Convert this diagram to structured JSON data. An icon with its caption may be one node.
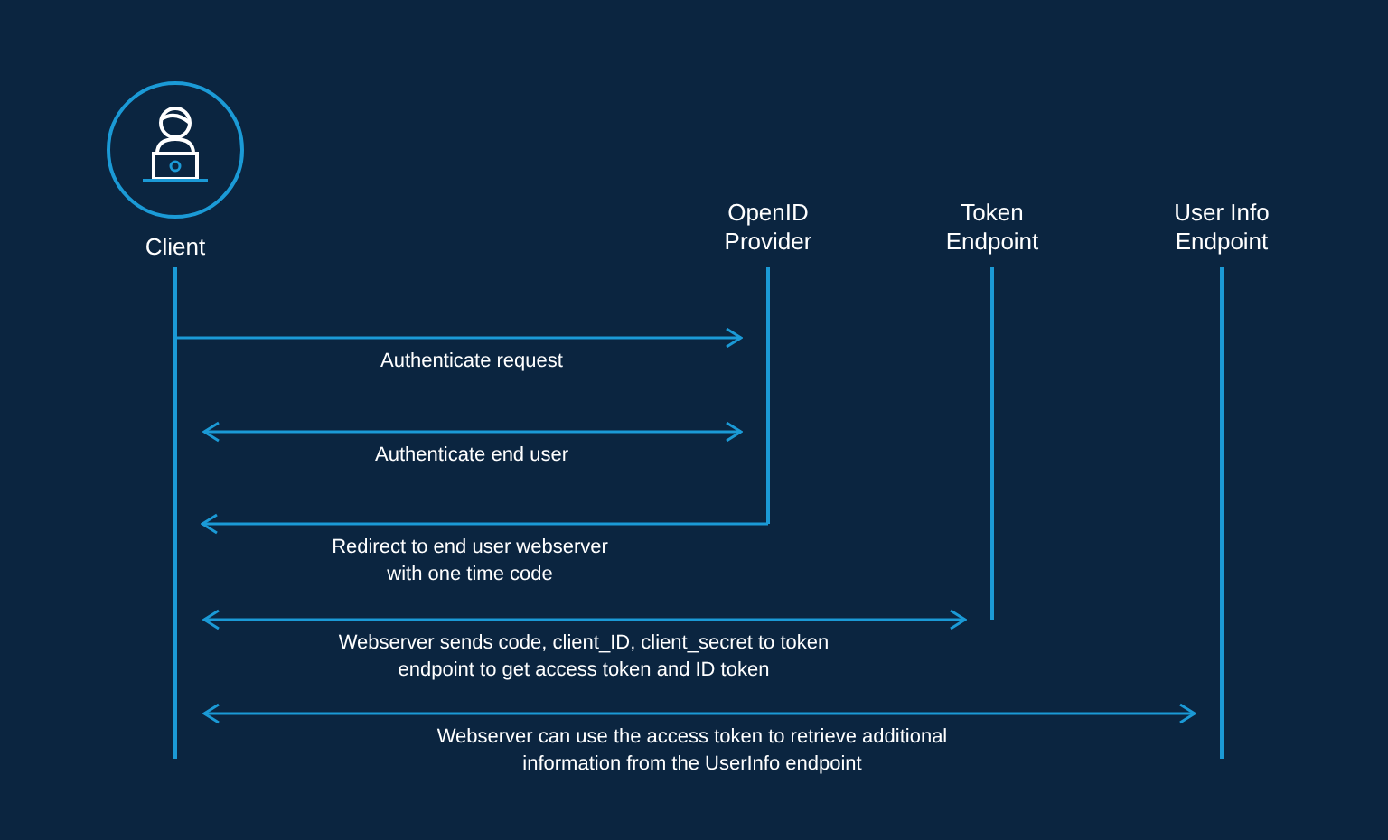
{
  "diagram": {
    "nodes": [
      {
        "text": [
          "Client"
        ]
      },
      {
        "text": [
          "OpenID Provider"
        ]
      },
      {
        "text": [
          "Token Endpoint"
        ]
      },
      {
        "text": [
          "User Info Endpoint"
        ]
      }
    ],
    "edges": [
      {
        "from": 0,
        "to": 1,
        "arrow": "to",
        "label": "Authenticate request"
      },
      {
        "from": 0,
        "to": 1,
        "arrow": "both",
        "label": "Authenticate end user"
      },
      {
        "from": 1,
        "to": 0,
        "arrow": "to",
        "label": "Redirect to end user webserver with one time code"
      },
      {
        "from": 0,
        "to": 2,
        "arrow": "both",
        "label": "Webserver sends code, client_ID, client_secret to token endpoint to get access token and ID token"
      },
      {
        "from": 0,
        "to": 3,
        "arrow": "both",
        "label": "Webserver can use the access token to retrieve additional information from the UserInfo endpoint"
      }
    ]
  }
}
